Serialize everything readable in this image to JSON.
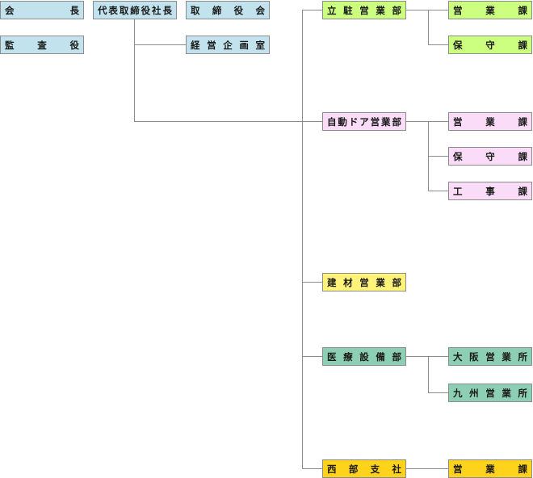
{
  "boxes": {
    "chairman": "会長",
    "auditor": "監査役",
    "president": "代表取締役社長",
    "board": "取締役会",
    "planning": "経営企画室",
    "parking_sales": "立駐営業部",
    "parking_sales_sales": "営業課",
    "parking_sales_maintenance": "保守課",
    "autodoor_sales": "自動ドア営業部",
    "autodoor_sales_sales": "営業課",
    "autodoor_sales_maintenance": "保守課",
    "autodoor_sales_construction": "工事課",
    "building_materials": "建材営業部",
    "medical_equipment": "医療設備部",
    "osaka_office": "大阪営業所",
    "kyushu_office": "九州営業所",
    "western_branch": "西部支社",
    "western_branch_sales": "営業課"
  },
  "colors": {
    "executive": "#c2e3ee",
    "parking_group": "#ccff80",
    "autodoor_group": "#fadcf8",
    "building_materials": "#fff37a",
    "medical_group": "#8ccfb4",
    "western_group": "#ffd21c",
    "connector": "#8c8c8c"
  }
}
